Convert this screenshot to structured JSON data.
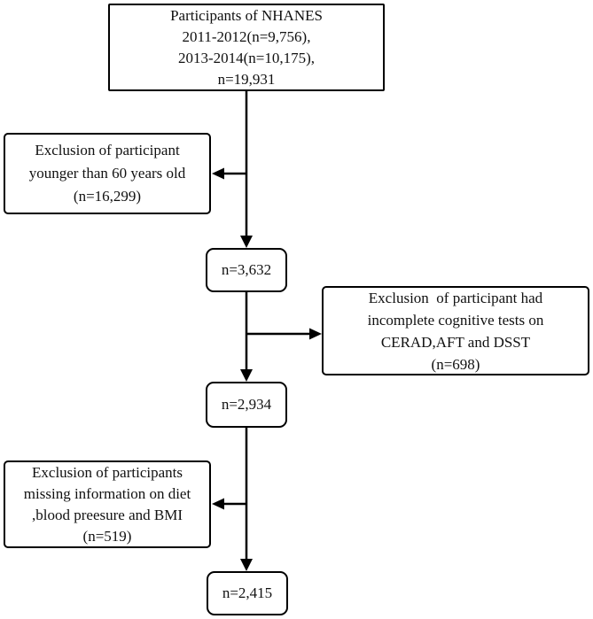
{
  "title": "NHANES participant selection flowchart",
  "colors": {
    "line": "#000000",
    "box_border": "#000000",
    "box_background": "#ffffff",
    "text": "#111111",
    "page_background": "#ffffff"
  },
  "flowchart": {
    "start_box": {
      "lines": [
        "Participants of NHANES",
        "2011-2012(n=9,756),",
        "2013-2014(n=10,175),",
        "n=19,931"
      ]
    },
    "exclusion_age_box": {
      "lines": [
        "Exclusion of participant",
        "younger than 60 years old",
        "(n=16,299)"
      ]
    },
    "node_after_age": {
      "label": "n=3,632"
    },
    "exclusion_cognitive_box": {
      "lines": [
        "Exclusion  of participant had",
        "incomplete cognitive tests on",
        "CERAD,AFT and DSST",
        "(n=698)"
      ]
    },
    "node_after_cognitive": {
      "label": "n=2,934"
    },
    "exclusion_missing_box": {
      "lines": [
        "Exclusion of participants",
        "missing information on diet",
        ",blood preesure and BMI",
        "(n=519)"
      ]
    },
    "final_box": {
      "label": "n=2,415"
    }
  }
}
